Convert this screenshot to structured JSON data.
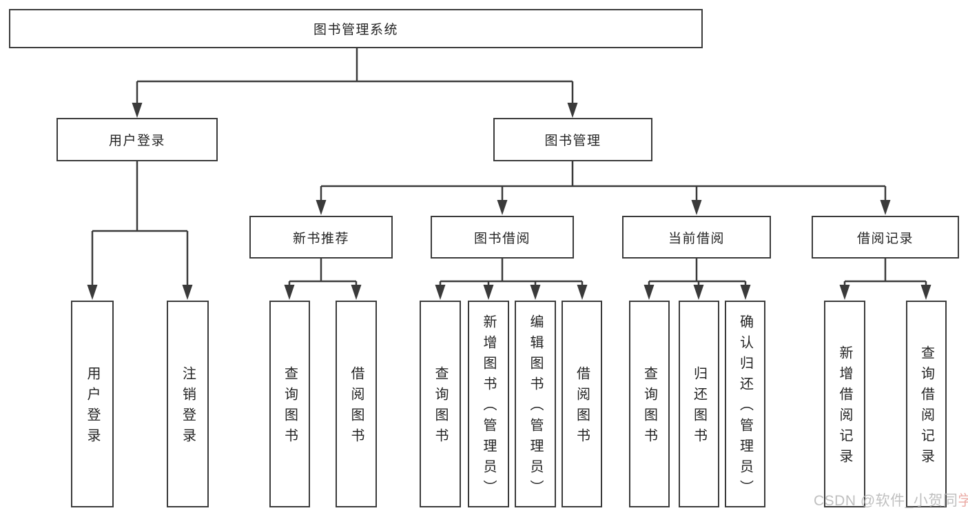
{
  "tree": {
    "root": {
      "label": "图书管理系统"
    },
    "branches": [
      {
        "label": "用户登录",
        "children": [
          {
            "label": "用户登录"
          },
          {
            "label": "注销登录"
          }
        ]
      },
      {
        "label": "图书管理",
        "sections": [
          {
            "label": "新书推荐",
            "children": [
              {
                "label": "查询图书"
              },
              {
                "label": "借阅图书"
              }
            ]
          },
          {
            "label": "图书借阅",
            "children": [
              {
                "label": "查询图书"
              },
              {
                "label": "新增图书（管理员）"
              },
              {
                "label": "编辑图书（管理员）"
              },
              {
                "label": "借阅图书"
              }
            ]
          },
          {
            "label": "当前借阅",
            "children": [
              {
                "label": "查询图书"
              },
              {
                "label": "归还图书"
              },
              {
                "label": "确认归还（管理员）"
              }
            ]
          },
          {
            "label": "借阅记录",
            "children": [
              {
                "label": "新增借阅记录"
              },
              {
                "label": "查询借阅记录"
              }
            ]
          }
        ]
      }
    ]
  },
  "watermark": {
    "text": "CSDN @软件_小贺同学",
    "prefix": "CSDN @软件_小贺同",
    "accent_char": "学"
  },
  "colors": {
    "line": "#3a3a3a",
    "box_border": "#3a3a3a",
    "text": "#242424",
    "background": "#ffffff",
    "watermark": "#b9b9b9",
    "watermark_accent": "#e9a49e"
  }
}
